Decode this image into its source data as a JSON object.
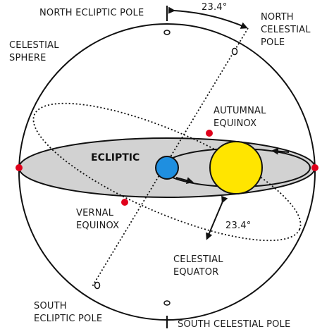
{
  "colors": {
    "ecliptic_plane": "#d2d2d2",
    "sun": "#ffe500",
    "earth": "#1f8fe0",
    "equinox_dot": "#e0001b",
    "line": "#111111"
  },
  "labels": {
    "north_ecliptic_pole": "NORTH ECLIPTIC POLE",
    "angle_top": "23.4°",
    "north_celestial_pole_1": "NORTH",
    "north_celestial_pole_2": "CELESTIAL",
    "north_celestial_pole_3": "POLE",
    "celestial_sphere_1": "CELESTIAL",
    "celestial_sphere_2": "SPHERE",
    "autumnal_equinox_1": "AUTUMNAL",
    "autumnal_equinox_2": "EQUINOX",
    "ecliptic": "ECLIPTIC",
    "vernal_equinox_1": "VERNAL",
    "vernal_equinox_2": "EQUINOX",
    "angle_bottom": "23.4°",
    "celestial_equator_1": "CELESTIAL",
    "celestial_equator_2": "EQUATOR",
    "south_ecliptic_pole_1": "SOUTH",
    "south_ecliptic_pole_2": "ECLIPTIC POLE",
    "south_celestial_pole": "SOUTH CELESTIAL POLE"
  }
}
